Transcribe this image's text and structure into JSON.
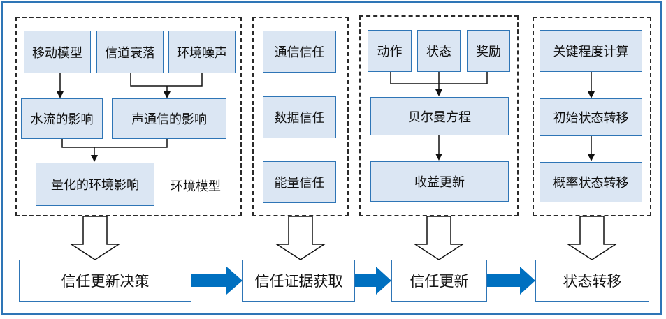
{
  "env_group": {
    "mobility_model": "移动模型",
    "channel_fading": "信道衰落",
    "env_noise": "环境噪声",
    "current_effect": "水流的影响",
    "acoustic_effect": "声通信的影响",
    "quantified_effect": "量化的环境影响",
    "caption": "环境模型"
  },
  "trust_group": {
    "items": [
      "通信信任",
      "数据信任",
      "能量信任"
    ]
  },
  "mdp_group": {
    "action": "动作",
    "state": "状态",
    "reward": "奖励",
    "bellman": "贝尔曼方程",
    "reward_update": "收益更新"
  },
  "transition_group": {
    "items": [
      "关键程度计算",
      "初始状态转移",
      "概率状态转移"
    ]
  },
  "stages": [
    "信任更新决策",
    "信任证据获取",
    "信任更新",
    "状态转移"
  ],
  "colors": {
    "border_blue": "#2e75b6",
    "box_fill": "#dbe6f3",
    "flow_arrow": "#0070c0"
  }
}
